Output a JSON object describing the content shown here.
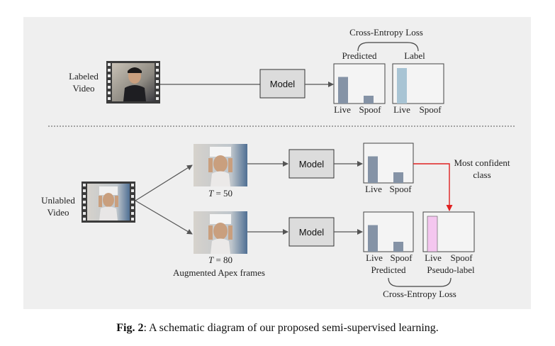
{
  "top": {
    "input_label": [
      "Labeled",
      "Video"
    ],
    "model_label": "Model",
    "loss_label": "Cross-Entropy Loss",
    "predicted_title": "Predicted",
    "label_title": "Label",
    "pred_classes": [
      "Live",
      "Spoof"
    ],
    "label_classes": [
      "Live",
      "Spoof"
    ],
    "pred_values": [
      0.75,
      0.22
    ],
    "label_values": [
      1.0,
      0
    ]
  },
  "bottom": {
    "input_label": [
      "Unlabled",
      "Video"
    ],
    "branch1": {
      "t_value": "50",
      "model_label": "Model",
      "classes": [
        "Live",
        "Spoof"
      ],
      "values": [
        0.75,
        0.3
      ]
    },
    "branch2": {
      "t_value": "80",
      "augment_label": "Augmented Apex frames",
      "model_label": "Model",
      "classes": [
        "Live",
        "Spoof"
      ],
      "values": [
        0.75,
        0.28
      ],
      "predicted_title": "Predicted",
      "pseudo_classes": [
        "Live",
        "Spoof"
      ],
      "pseudo_values": [
        1.0,
        0
      ],
      "pseudo_title": "Pseudo-label",
      "loss_label": "Cross-Entropy Loss"
    },
    "confident_label": [
      "Most confident",
      "class"
    ]
  },
  "caption": {
    "prefix": "Fig. 2",
    "text": ": A schematic diagram of our proposed semi-supervised learning."
  },
  "colors": {
    "panel_bg": "#efefef",
    "bar_pred": "#8593a6",
    "bar_label": "#a8c4d4",
    "bar_pseudo": "#f4c6ef",
    "arrow": "#555555",
    "red_arrow": "#e02020"
  }
}
